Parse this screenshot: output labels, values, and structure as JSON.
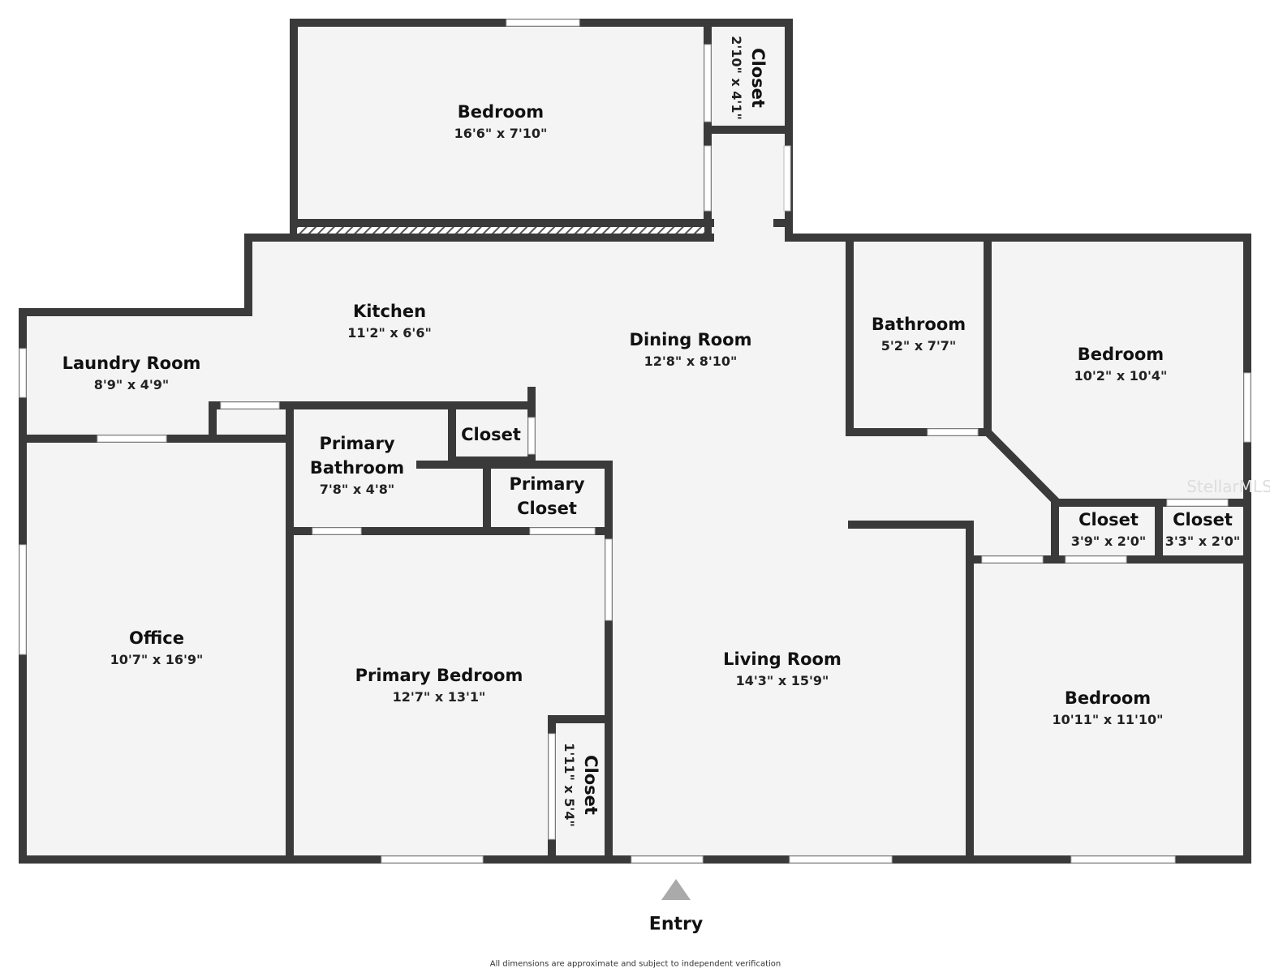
{
  "rooms": {
    "bedroom_top": {
      "name": "Bedroom",
      "dims": "16'6\" x 7'10\""
    },
    "closet_top": {
      "name": "Closet",
      "dims": "2'10\" x 4'1\""
    },
    "kitchen": {
      "name": "Kitchen",
      "dims": "11'2\" x 6'6\""
    },
    "dining_room": {
      "name": "Dining Room",
      "dims": "12'8\" x 8'10\""
    },
    "laundry_room": {
      "name": "Laundry Room",
      "dims": "8'9\" x 4'9\""
    },
    "bathroom": {
      "name": "Bathroom",
      "dims": "5'2\" x 7'7\""
    },
    "bedroom_right": {
      "name": "Bedroom",
      "dims": "10'2\" x 10'4\""
    },
    "primary_bathroom": {
      "name_line1": "Primary",
      "name_line2": "Bathroom",
      "dims": "7'8\" x 4'8\""
    },
    "closet_small": {
      "name": "Closet"
    },
    "primary_closet": {
      "name_line1": "Primary",
      "name_line2": "Closet"
    },
    "closet_a": {
      "name": "Closet",
      "dims": "3'9\" x 2'0\""
    },
    "closet_b": {
      "name": "Closet",
      "dims": "3'3\" x 2'0\""
    },
    "office": {
      "name": "Office",
      "dims": "10'7\" x 16'9\""
    },
    "primary_bedroom": {
      "name": "Primary Bedroom",
      "dims": "12'7\" x 13'1\""
    },
    "closet_pb": {
      "name": "Closet",
      "dims": "1'11\" x 5'4\""
    },
    "living_room": {
      "name": "Living Room",
      "dims": "14'3\" x 15'9\""
    },
    "bedroom_br": {
      "name": "Bedroom",
      "dims": "10'11\" x 11'10\""
    }
  },
  "entry_label": "Entry",
  "disclaimer": "All dimensions are approximate and subject to independent verification",
  "watermark": "StellarMLS",
  "colors": {
    "wall": "#3a3a3a",
    "floor": "#f4f4f4",
    "window": "#ffffff",
    "entry_arrow": "#aaaaaa"
  }
}
